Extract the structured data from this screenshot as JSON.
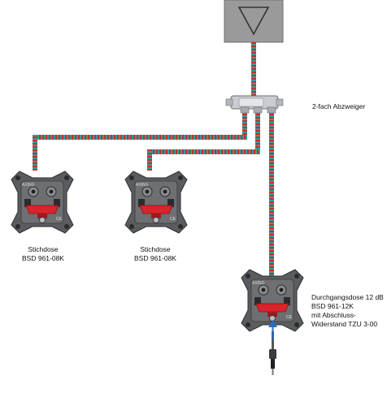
{
  "diagram": {
    "splitter_label": "2-fach Abzweiger",
    "outlets": [
      {
        "id": "stich-1",
        "lines": [
          "Stichdose",
          "BSD 961-08K"
        ],
        "brand": "AXING",
        "model": "BSD 961-08K"
      },
      {
        "id": "stich-2",
        "lines": [
          "Stichdose",
          "BSD 961-08K"
        ],
        "brand": "AXING",
        "model": "BSD 961-08K"
      },
      {
        "id": "durchgang",
        "lines": [
          "Durchgangsdose 12 dB",
          "BSD 961-12K",
          "mit Abschluss-",
          "Widerstand TZU 3-00"
        ],
        "brand": "AXING",
        "model": "BSD 961-12K"
      }
    ],
    "colors": {
      "cable_teal": "#2aa6a3",
      "cable_red": "#c0312f",
      "amplifier_box": "#9a9a9a",
      "outlet_body": "#4c4e52",
      "insert_red": "#d8242a",
      "arrow_blue": "#2b6cc4"
    },
    "icons": [
      "amplifier-triangle-icon",
      "splitter-icon",
      "outlet-icon",
      "terminator-icon",
      "arrow-up-icon"
    ]
  }
}
